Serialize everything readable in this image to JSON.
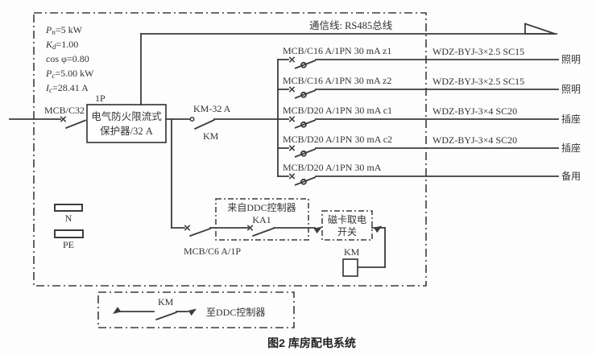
{
  "colors": {
    "line": "#3c3c3c",
    "text": "#333333",
    "background": "#fdfdfd"
  },
  "caption": "图2  库房配电系统",
  "parameters": [
    {
      "sym": "P",
      "sub": "n",
      "rest": "=5 kW"
    },
    {
      "sym": "K",
      "sub": "d",
      "rest": "=1.00"
    },
    {
      "sym": "cos φ",
      "sub": "",
      "rest": "=0.80"
    },
    {
      "sym": "P",
      "sub": "c",
      "rest": "=5.00 kW"
    },
    {
      "sym": "I",
      "sub": "c",
      "rest": "=28.41 A"
    }
  ],
  "incoming": {
    "breaker": "MCB/C32",
    "poles": "1P",
    "protector_line1": "电气防火限流式",
    "protector_line2": "保护器/32 A",
    "contactor_rating": "KM-32 A",
    "contactor": "KM"
  },
  "comm": {
    "label": "通信线: RS485总线"
  },
  "branches": [
    {
      "breaker": "MCB/C16 A/1PN 30 mA z1",
      "cable": "WDZ-BYJ-3×2.5 SC15",
      "load": "照明"
    },
    {
      "breaker": "MCB/C16 A/1PN 30 mA z2",
      "cable": "WDZ-BYJ-3×2.5 SC15",
      "load": "照明"
    },
    {
      "breaker": "MCB/D20 A/1PN 30 mA c1",
      "cable": "WDZ-BYJ-3×4 SC20",
      "load": "插座"
    },
    {
      "breaker": "MCB/D20 A/1PN 30 mA c2",
      "cable": "WDZ-BYJ-3×4 SC20",
      "load": "插座"
    },
    {
      "breaker": "MCB/D20 A/1PN 30 mA",
      "cable": "",
      "load": "备用"
    }
  ],
  "bus_bars": {
    "neutral": "N",
    "protective_earth": "PE"
  },
  "control": {
    "breaker": "MCB/C6 A/1P",
    "ddc_box_title": "来自DDC控制器",
    "ddc_relay": "KA1",
    "card_switch_line1": "磁卡取电",
    "card_switch_line2": "开关",
    "coil": "KM"
  },
  "feedback": {
    "contact": "KM",
    "target": "至DDC控制器"
  }
}
